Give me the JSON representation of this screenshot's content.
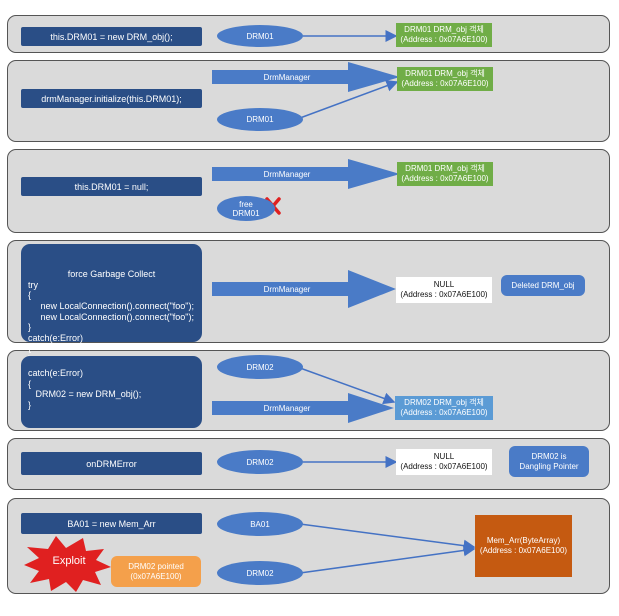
{
  "rows": {
    "r1": {
      "code": "this.DRM01 = new DRM_obj();",
      "ellipse": "DRM01",
      "box": "DRM01 DRM_obj 객체\n(Address : 0x07A6E100)"
    },
    "r2": {
      "code": "drmManager.initialize(this.DRM01);",
      "arrow": "DrmManager",
      "ellipse": "DRM01",
      "box": "DRM01 DRM_obj 객체\n(Address : 0x07A6E100)"
    },
    "r3": {
      "code": "this.DRM01 = null;",
      "arrow": "DrmManager",
      "ellipse": "free\nDRM01",
      "box": "DRM01 DRM_obj 객체\n(Address : 0x07A6E100)"
    },
    "r4": {
      "code_title": "force Garbage Collect",
      "code": "try\n{\n     new LocalConnection().connect(\"foo\");\n     new LocalConnection().connect(\"foo\");\n}\ncatch(e:Error)\n{\n}",
      "arrow": "DrmManager",
      "box": "NULL\n(Address : 0x07A6E100)",
      "callout": "Deleted DRM_obj"
    },
    "r5": {
      "code": "catch(e:Error)\n{\n   DRM02 = new DRM_obj();\n}",
      "ellipse": "DRM02",
      "arrow": "DrmManager",
      "box": "DRM02 DRM_obj 객체\n(Address : 0x07A6E100)"
    },
    "r6": {
      "code": "onDRMError",
      "ellipse": "DRM02",
      "box": "NULL\n(Address : 0x07A6E100)",
      "callout": "DRM02 is\nDangling Pointer"
    },
    "r7": {
      "code": "BA01 = new Mem_Arr",
      "ellipse_top": "BA01",
      "ellipse_bottom": "DRM02",
      "box": "Mem_Arr(ByteArray)\n(Address : 0x07A6E100)",
      "exploit": "Exploit",
      "pointed": "DRM02 pointed\n(0x07A6E100)"
    }
  },
  "colors": {
    "panel": "#dadada",
    "code": "#2a4e86",
    "shape": "#4a7bc7",
    "green": "#70ad47",
    "lightblue": "#5b9bd5",
    "orange": "#c55a11",
    "orange_light": "#f4a04b",
    "red": "#e02020"
  }
}
